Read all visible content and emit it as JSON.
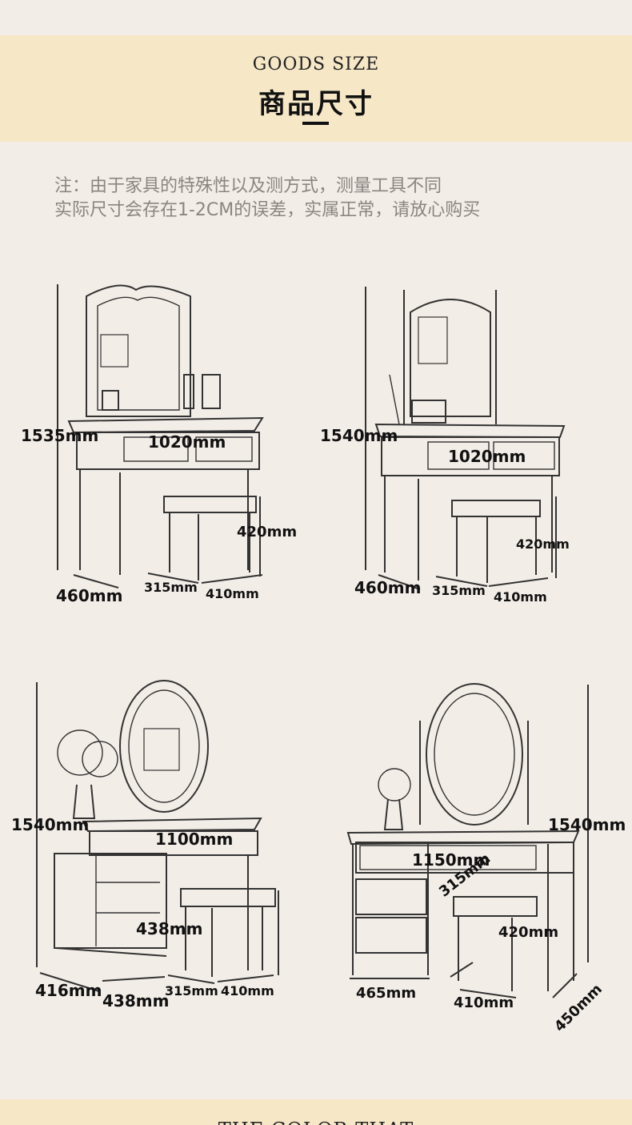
{
  "header": {
    "english_title": "GOODS SIZE",
    "chinese_title": "商品尺寸"
  },
  "note": {
    "line1": "注：由于家具的特殊性以及测方式，测量工具不同",
    "line2": "实际尺寸会存在1-2CM的误差，实属正常，请放心购买"
  },
  "products": [
    {
      "height": "1535mm",
      "width": "1020mm",
      "depth": "460mm",
      "stool_height": "420mm",
      "stool_depth": "315mm",
      "stool_width": "410mm"
    },
    {
      "height": "1540mm",
      "width": "1020mm",
      "depth": "460mm",
      "stool_height": "420mm",
      "stool_depth": "315mm",
      "stool_width": "410mm"
    },
    {
      "height": "1540mm",
      "width": "1100mm",
      "cabinet_depth": "416mm",
      "cabinet_width": "438mm",
      "cabinet_height": "438mm",
      "stool_depth": "315mm",
      "stool_width": "410mm"
    },
    {
      "height": "1540mm",
      "width": "1150mm",
      "cabinet_width": "465mm",
      "stool_depth": "315mm",
      "stool_height": "420mm",
      "stool_width": "410mm",
      "depth": "450mm"
    }
  ],
  "footer": {
    "text": "THE COLOR THAT"
  }
}
